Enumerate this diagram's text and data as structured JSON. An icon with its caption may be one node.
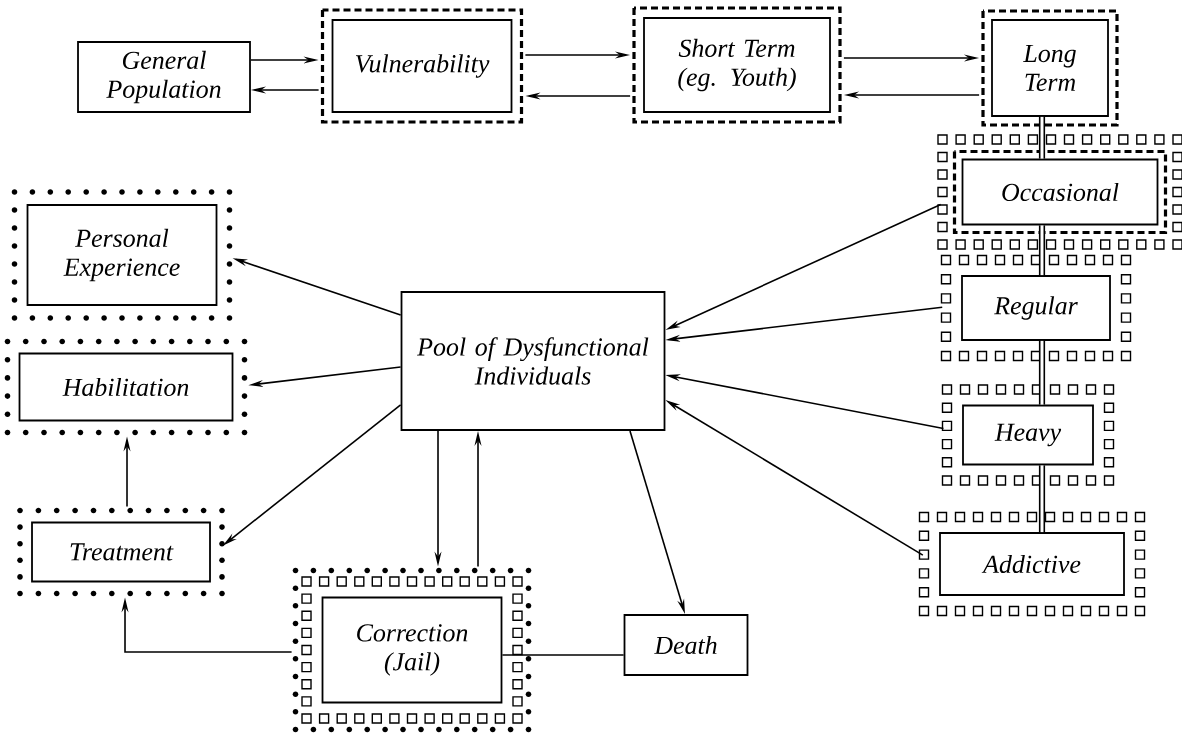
{
  "diagram": {
    "nodes": [
      {
        "text": [
          "General Population"
        ]
      },
      {
        "text": [
          "Vulnerability"
        ]
      },
      {
        "text": [
          "Short Term (eg. Youth)"
        ]
      },
      {
        "text": [
          "Long Term"
        ]
      },
      {
        "text": [
          "Occasional"
        ]
      },
      {
        "text": [
          "Personal Experience"
        ]
      },
      {
        "text": [
          "Pool of Dysfunctional Individuals"
        ]
      },
      {
        "text": [
          "Regular"
        ]
      },
      {
        "text": [
          "Habilitation"
        ]
      },
      {
        "text": [
          "Heavy"
        ]
      },
      {
        "text": [
          "Treatment"
        ]
      },
      {
        "text": [
          "Addictive"
        ]
      },
      {
        "text": [
          "Correction (Jail)"
        ]
      },
      {
        "text": [
          "Death"
        ]
      }
    ],
    "edges": [
      {
        "from": 0,
        "to": 1,
        "arrow": "to"
      },
      {
        "from": 1,
        "to": 0,
        "arrow": "to"
      },
      {
        "from": 1,
        "to": 2,
        "arrow": "to"
      },
      {
        "from": 2,
        "to": 1,
        "arrow": "to"
      },
      {
        "from": 2,
        "to": 3,
        "arrow": "to"
      },
      {
        "from": 3,
        "to": 2,
        "arrow": "to"
      },
      {
        "from": 3,
        "to": 4,
        "arrow": "none",
        "style": "thick"
      },
      {
        "from": 4,
        "to": 6,
        "arrow": "to"
      },
      {
        "from": 6,
        "to": 5,
        "arrow": "to"
      },
      {
        "from": 7,
        "to": 6,
        "arrow": "to"
      },
      {
        "from": 6,
        "to": 8,
        "arrow": "to"
      },
      {
        "from": 4,
        "to": 7,
        "arrow": "none",
        "style": "thick"
      },
      {
        "from": 7,
        "to": 9,
        "arrow": "none",
        "style": "thick"
      },
      {
        "from": 9,
        "to": 6,
        "arrow": "to"
      },
      {
        "from": 6,
        "to": 10,
        "arrow": "to"
      },
      {
        "from": 10,
        "to": 8,
        "arrow": "to"
      },
      {
        "from": 6,
        "to": 12,
        "arrow": "to"
      },
      {
        "from": 12,
        "to": 6,
        "arrow": "to"
      },
      {
        "from": 6,
        "to": 13,
        "arrow": "to"
      },
      {
        "from": 9,
        "to": 11,
        "arrow": "none",
        "style": "thick"
      },
      {
        "from": 11,
        "to": 6,
        "arrow": "to"
      },
      {
        "from": 12,
        "to": 10,
        "arrow": "to"
      },
      {
        "from": 13,
        "to": 12,
        "arrow": "none"
      }
    ]
  }
}
